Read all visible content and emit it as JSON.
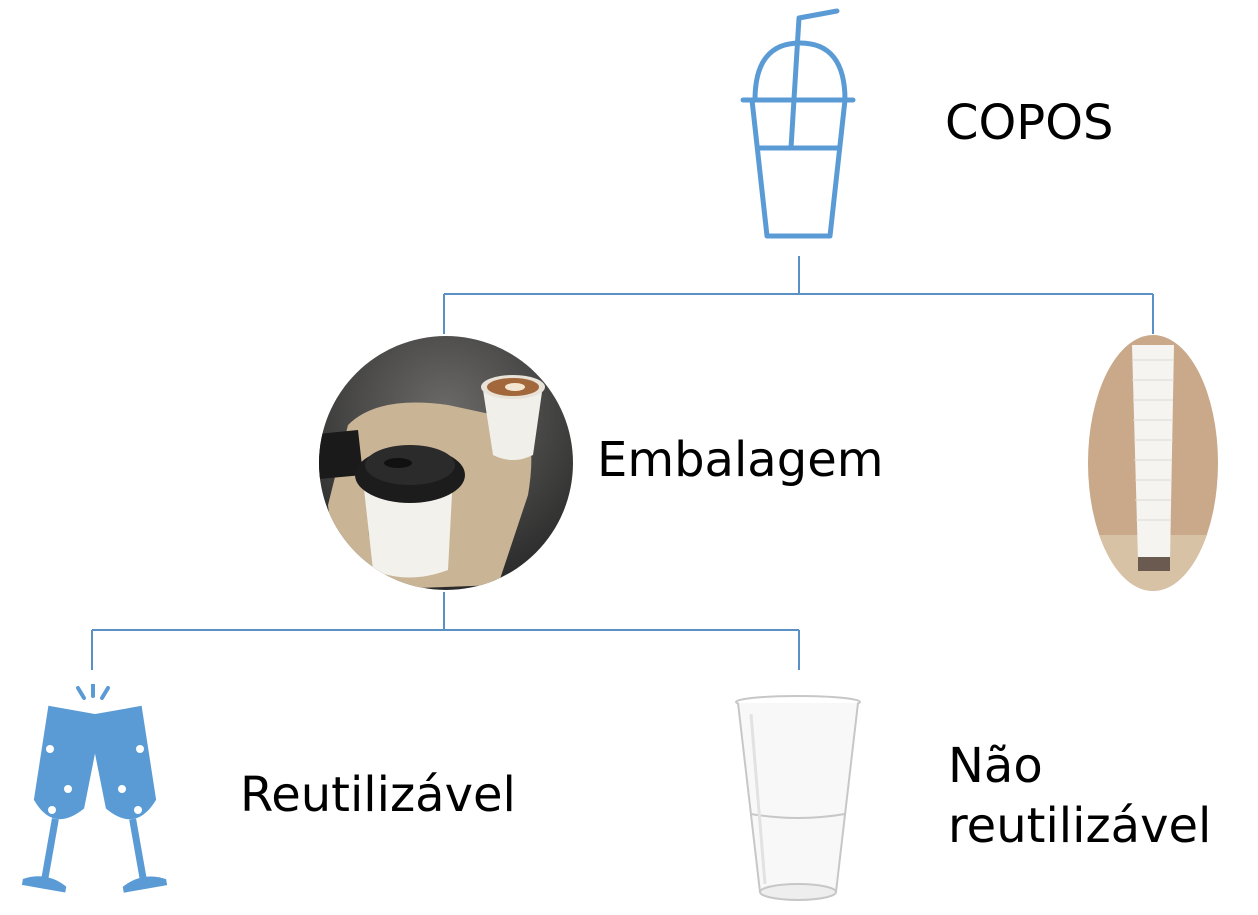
{
  "diagram": {
    "root": {
      "label": "COPOS",
      "icon": "drink-cup-with-straw-icon"
    },
    "level1": [
      {
        "label": "Embalagem",
        "icon": "takeaway-coffee-cups-photo"
      },
      {
        "label": "",
        "icon": "stacked-paper-cups-photo"
      }
    ],
    "level2": [
      {
        "label": "Reutilizável",
        "icon": "champagne-glasses-toast-icon"
      },
      {
        "label": "Não reutilizável",
        "line1": "Não",
        "line2": "reutilizável",
        "icon": "plastic-cup-photo"
      }
    ],
    "colors": {
      "accent": "#5B9BD5",
      "connector": "#5B8FC7"
    }
  }
}
